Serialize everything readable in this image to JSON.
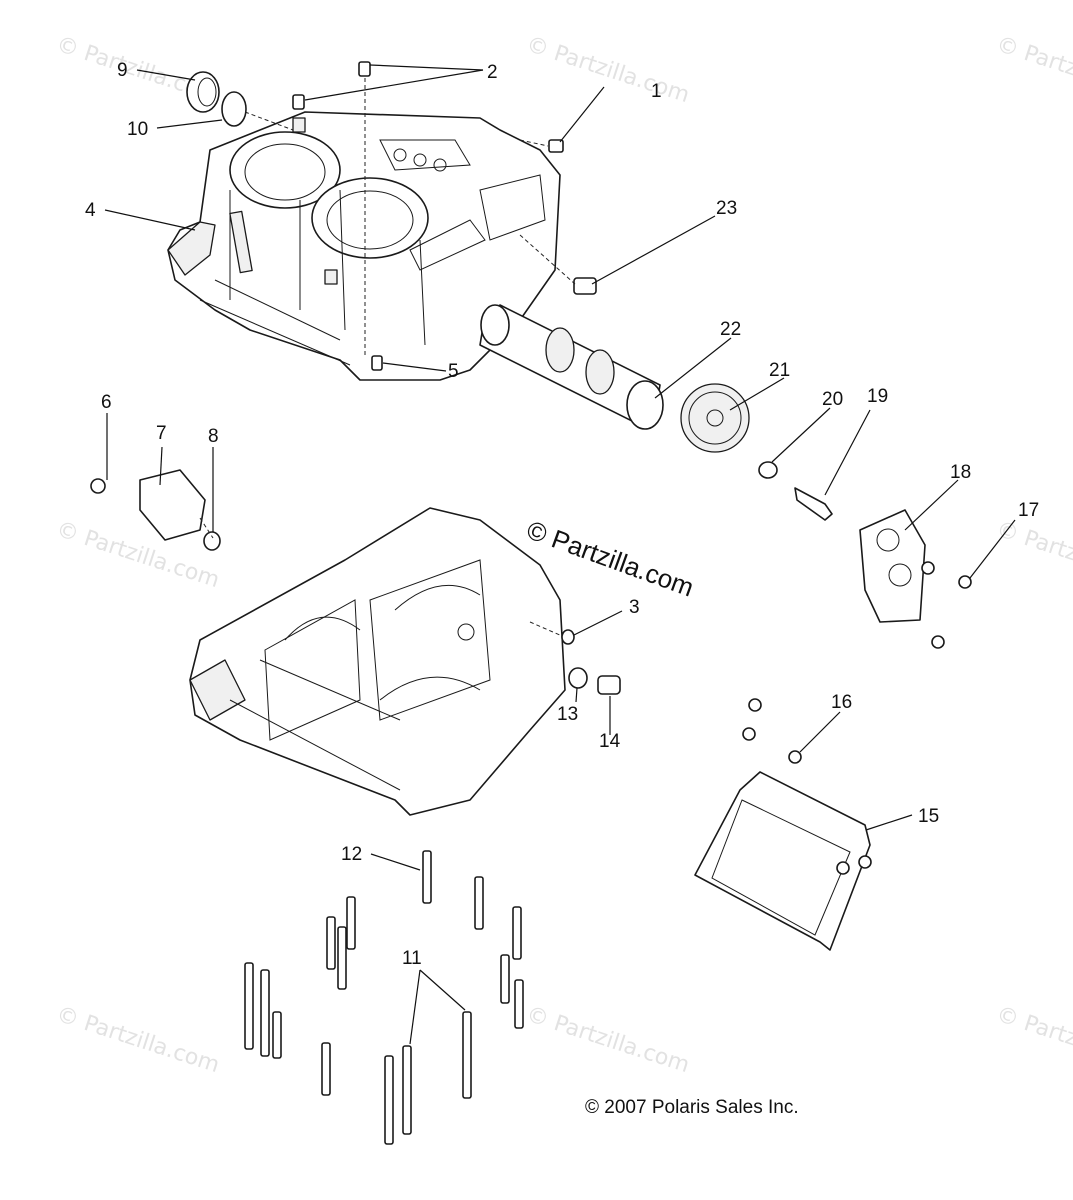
{
  "watermark": {
    "text": "© Partzilla.com",
    "center_text": "© Partzilla.com"
  },
  "copyright": "© 2007 Polaris Sales Inc.",
  "callouts": [
    "1",
    "2",
    "3",
    "4",
    "5",
    "6",
    "7",
    "8",
    "9",
    "10",
    "11",
    "12",
    "13",
    "14",
    "15",
    "16",
    "17",
    "18",
    "19",
    "20",
    "21",
    "22",
    "23"
  ],
  "colors": {
    "line": "#1a1a1a",
    "watermark": "#e2e2e2",
    "background": "#ffffff"
  }
}
